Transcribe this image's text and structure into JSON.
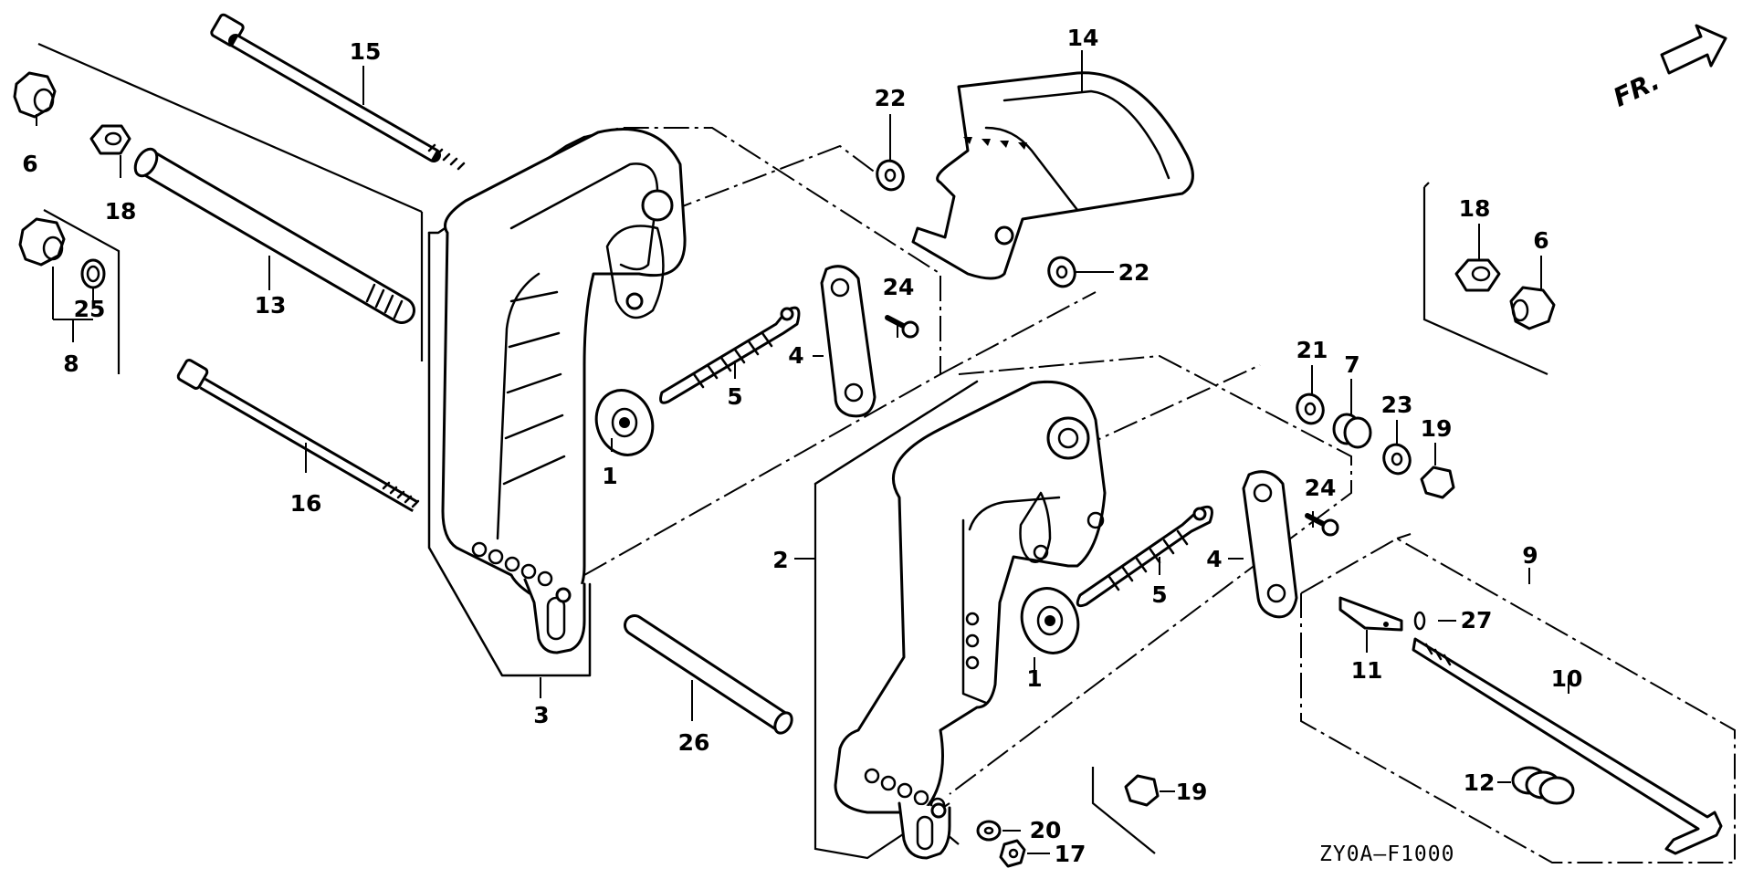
{
  "diagram": {
    "diagram_code": "ZY0A—F1000",
    "direction_indicator": "FR.",
    "callouts": {
      "c1a": "1",
      "c1b": "1",
      "c2": "2",
      "c3": "3",
      "c4a": "4",
      "c4b": "4",
      "c5a": "5",
      "c5b": "5",
      "c6a": "6",
      "c6b": "6",
      "c7": "7",
      "c8": "8",
      "c9": "9",
      "c10": "10",
      "c11": "11",
      "c12": "12",
      "c13": "13",
      "c14": "14",
      "c15": "15",
      "c16": "16",
      "c17": "17",
      "c18a": "18",
      "c18b": "18",
      "c19a": "19",
      "c19b": "19",
      "c20": "20",
      "c21": "21",
      "c22a": "22",
      "c22b": "22",
      "c23": "23",
      "c24a": "24",
      "c24b": "24",
      "c25": "25",
      "c26": "26",
      "c27": "27"
    }
  }
}
